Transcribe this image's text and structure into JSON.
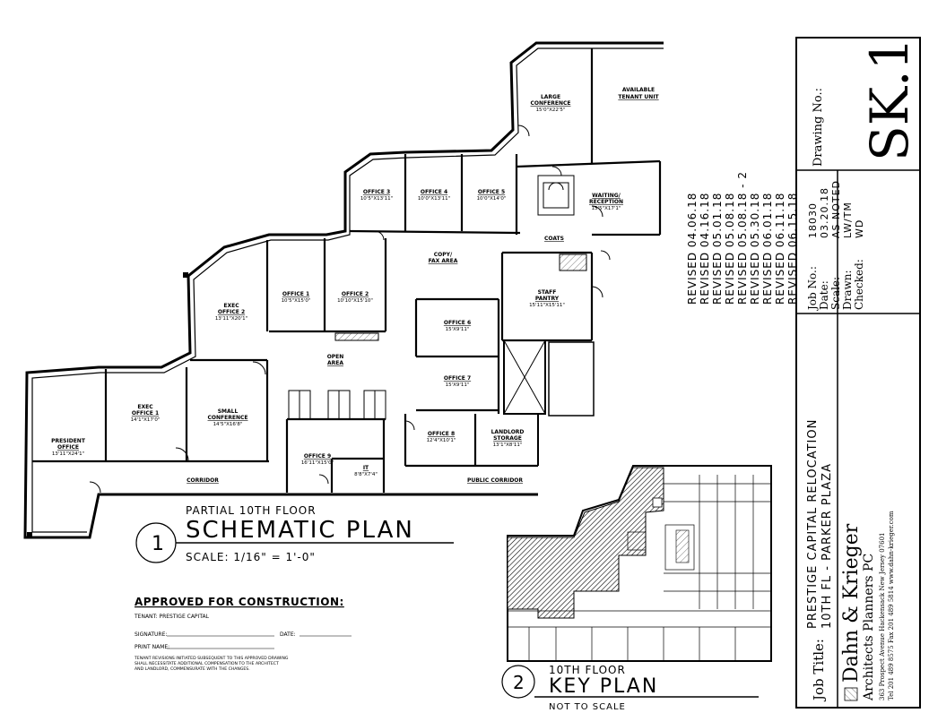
{
  "drawing": {
    "drawing_no_label": "Drawing No.:",
    "drawing_no": "SK.1",
    "job_no_label": "Job No.:",
    "job_no": "18030",
    "date_label": "Date:",
    "date": "03.20.18",
    "scale_label": "Scale:",
    "scale": "AS NOTED",
    "drawn_label": "Drawn:",
    "drawn": "LW/TM",
    "checked_label": "Checked:",
    "checked": "WD",
    "job_title_label": "Job Title:",
    "job_title_line1": "PRESTIGE CAPITAL RELOCATION",
    "job_title_line2": "10TH FL - PARKER PLAZA",
    "firm_name": "Dahn & Krieger",
    "firm_sub": "Architects Planners PC",
    "firm_address": "363 Prospect Avenue Hackensack New Jersey 07601",
    "firm_contact": "Tel 201 489 8575 Fax 201 489 5814 www.dahn-krieger.com"
  },
  "revisions": [
    "REVISED 06.15.18",
    "REVISED 06.11.18",
    "REVISED 06.01.18",
    "REVISED 05.30.18",
    "REVISED 05.08.18 - 2",
    "REVISED 05.08.18",
    "REVISED 05.01.18",
    "REVISED 04.16.18",
    "REVISED 04.06.18"
  ],
  "plan1": {
    "number": "1",
    "subtitle": "PARTIAL 10TH FLOOR",
    "title": "SCHEMATIC PLAN",
    "scale": "SCALE: 1/16\" = 1'-0\""
  },
  "plan2": {
    "number": "2",
    "subtitle": "10TH FLOOR",
    "title": "KEY PLAN",
    "note": "NOT TO SCALE"
  },
  "approval": {
    "heading": "APPROVED FOR CONSTRUCTION:",
    "tenant": "TENANT: PRESTIGE CAPITAL",
    "signature": "SIGNATURE:",
    "date": "DATE:",
    "print_name": "PRINT NAME:",
    "note1": "TENANT REVISIONS INITIATED SUBSEQUENT TO THIS APPROVED DRAWING",
    "note2": "SHALL NECESSITATE ADDITIONAL COMPENSATION TO THE ARCHITECT",
    "note3": "AND LANDLORD, COMMENSURATE WITH THE CHANGES."
  },
  "rooms": {
    "large_conf": {
      "name1": "LARGE",
      "name2": "CONFERENCE",
      "dim": "15'0\"X22'5\""
    },
    "available": {
      "name1": "AVAILABLE",
      "name2": "TENANT UNIT"
    },
    "office3": {
      "name": "OFFICE 3",
      "dim": "10'5\"X13'11\""
    },
    "office4": {
      "name": "OFFICE 4",
      "dim": "10'0\"X13'11\""
    },
    "office5": {
      "name": "OFFICE 5",
      "dim": "10'0\"X14'0\""
    },
    "waiting": {
      "name1": "WAITING/",
      "name2": "RECEPTION",
      "dim": "15'5\"X17'1\""
    },
    "coats": {
      "name": "COATS"
    },
    "copy": {
      "name1": "COPY/",
      "name2": "FAX AREA"
    },
    "pantry": {
      "name1": "STAFF",
      "name2": "PANTRY",
      "dim": "15'11\"X15'11\""
    },
    "exec2": {
      "name1": "EXEC",
      "name2": "OFFICE 2",
      "dim": "13'11\"X20'1\""
    },
    "office1": {
      "name": "OFFICE 1",
      "dim": "10'5\"X15'0\""
    },
    "office2": {
      "name": "OFFICE 2",
      "dim": "10'10\"X15'10\""
    },
    "office6": {
      "name": "OFFICE 6",
      "dim": "15'X9'11\""
    },
    "open_area": {
      "name1": "OPEN",
      "name2": "AREA"
    },
    "office7": {
      "name": "OFFICE 7",
      "dim": "15'X9'11\""
    },
    "president": {
      "name1": "PRESIDENT",
      "name2": "OFFICE",
      "dim": "13'11\"X24'1\""
    },
    "exec1": {
      "name1": "EXEC",
      "name2": "OFFICE 1",
      "dim": "14'1\"X17'0\""
    },
    "small_conf": {
      "name1": "SMALL",
      "name2": "CONFERENCE",
      "dim": "14'5\"X16'8\""
    },
    "office8": {
      "name": "OFFICE 8",
      "dim": "12'4\"X10'1\""
    },
    "landlord": {
      "name1": "LANDLORD",
      "name2": "STORAGE",
      "dim": "13'1\"X8'11\""
    },
    "office9": {
      "name": "OFFICE 9",
      "dim": "16'11\"X15'0\""
    },
    "it": {
      "name": "IT",
      "dim": "8'8\"X7'4\""
    },
    "corridor": {
      "name": "CORRIDOR"
    },
    "public_corridor": {
      "name": "PUBLIC CORRIDOR"
    }
  }
}
